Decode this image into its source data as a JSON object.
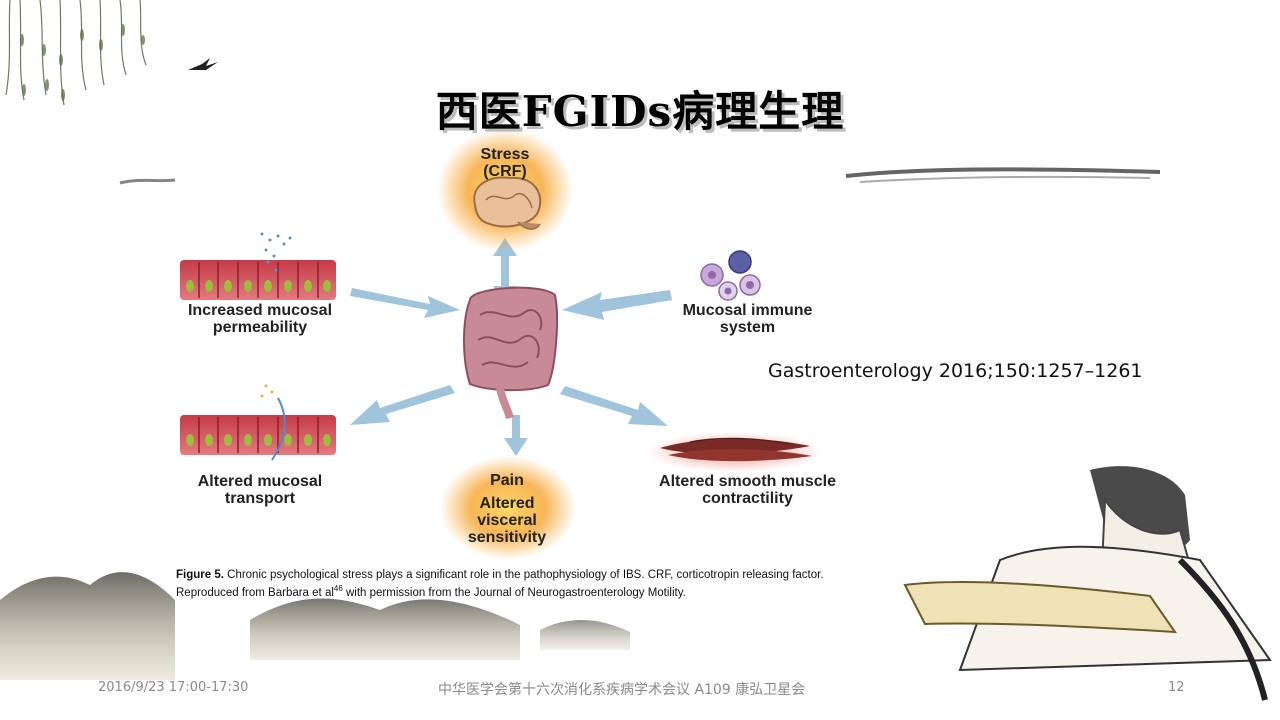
{
  "slide": {
    "title": "西医FGIDs病理生理",
    "citation": "Gastroenterology 2016;150:1257–1261"
  },
  "diagram": {
    "stress": {
      "line1": "Stress",
      "line2": "(CRF)"
    },
    "permeability": {
      "line1": "Increased mucosal",
      "line2": "permeability"
    },
    "immune": {
      "line1": "Mucosal immune",
      "line2": "system"
    },
    "transport": {
      "line1": "Altered mucosal",
      "line2": "transport"
    },
    "pain": {
      "line1": "Pain",
      "line2": "Altered",
      "line3": "visceral",
      "line4": "sensitivity"
    },
    "contractility": {
      "line1": "Altered smooth muscle",
      "line2": "contractility"
    }
  },
  "caption": {
    "figure_label": "Figure 5.",
    "text_a": " Chronic psychological stress plays a significant role in the pathophysiology of IBS. CRF, corticotropin releasing factor. Reproduced from Barbara et al",
    "ref": "46",
    "text_b": " with permission from the Journal of Neurogastroenterology Motility."
  },
  "footer": {
    "date": "2016/9/23 17:00-17:30",
    "center": "中华医学会第十六次消化系疾病学术会议 A109 康弘卫星会",
    "page": "12"
  },
  "colors": {
    "arrow": "#9fc4dc",
    "gut": "#c98a97",
    "cell": "#d9555f",
    "nucleus": "#9bbf3a",
    "glow": "#f6a21a"
  }
}
